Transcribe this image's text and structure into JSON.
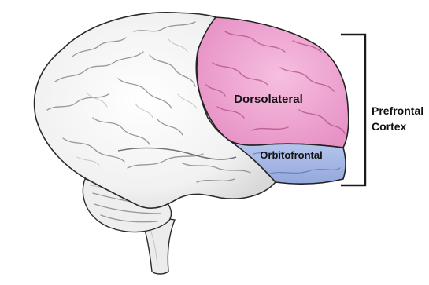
{
  "regions": {
    "dorsolateral": "Dorsolateral",
    "orbitofrontal": "Orbitofrontal"
  },
  "bracket_label": {
    "line1": "Prefrontal",
    "line2": "Cortex"
  },
  "colors": {
    "dorsolateral": "#ee9fcf",
    "orbitofrontal": "#a9bbe6",
    "brain": "#f4f4f4",
    "outline": "#222222",
    "bracket": "#1a1a1a"
  }
}
